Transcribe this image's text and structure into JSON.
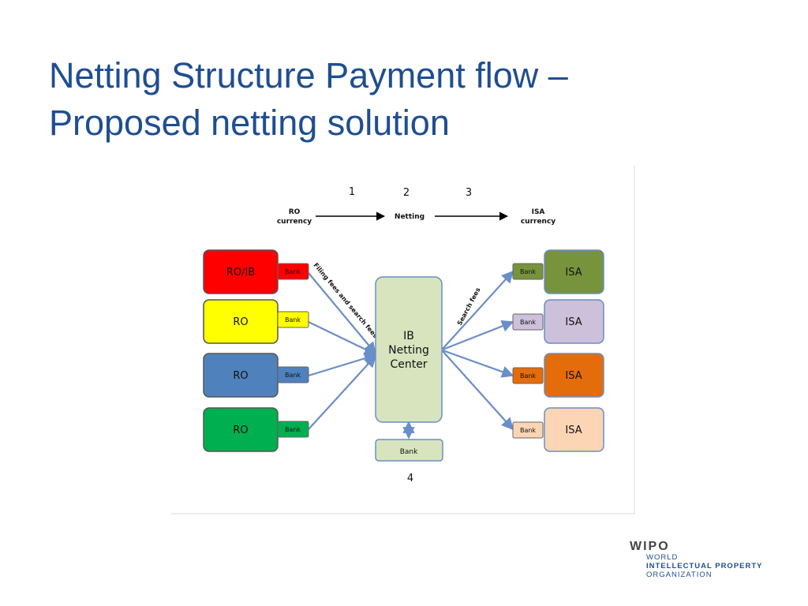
{
  "slide": {
    "title_line1": "Netting Structure Payment flow –",
    "title_line2": "Proposed netting solution"
  },
  "diagram": {
    "steps": {
      "s1": "1",
      "s2": "2",
      "s3": "3",
      "s4": "4"
    },
    "flow": {
      "ro_currency_line1": "RO",
      "ro_currency_line2": "currency",
      "netting": "Netting",
      "isa_currency_line1": "ISA",
      "isa_currency_line2": "currency"
    },
    "left_offices": [
      {
        "label": "RO/IB",
        "bank": "Bank",
        "color": "#ff0000"
      },
      {
        "label": "RO",
        "bank": "Bank",
        "color": "#ffff00"
      },
      {
        "label": "RO",
        "bank": "Bank",
        "color": "#4f81bd"
      },
      {
        "label": "RO",
        "bank": "Bank",
        "color": "#00b050"
      }
    ],
    "right_authorities": [
      {
        "label": "ISA",
        "bank": "Bank",
        "color": "#77933c"
      },
      {
        "label": "ISA",
        "bank": "Bank",
        "color": "#ccc0da"
      },
      {
        "label": "ISA",
        "bank": "Bank",
        "color": "#e46c0a"
      },
      {
        "label": "ISA",
        "bank": "Bank",
        "color": "#fcd5b5"
      }
    ],
    "center": {
      "line1": "IB",
      "line2": "Netting",
      "line3": "Center",
      "color": "#d7e4bd"
    },
    "center_bank": "Bank",
    "filing_fees_label": "Filing fees and search fees",
    "search_fees_label": "Search fees"
  },
  "logo": {
    "main": "WIPO",
    "line1": "WORLD",
    "line2": "INTELLECTUAL PROPERTY",
    "line3": "ORGANIZATION"
  }
}
